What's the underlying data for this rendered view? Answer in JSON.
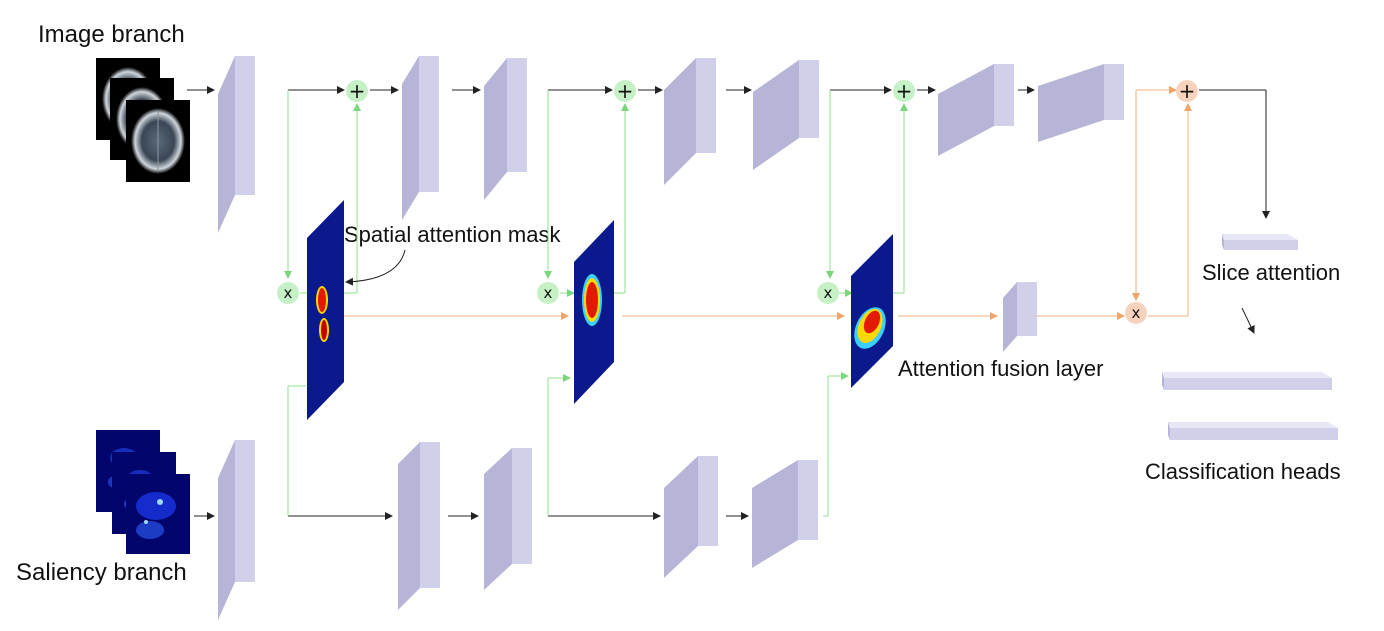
{
  "labels": {
    "image_branch": "Image branch",
    "saliency_branch": "Saliency branch",
    "spatial_attention_mask": "Spatial attention mask",
    "attention_fusion_layer": "Attention fusion layer",
    "slice_attention": "Slice attention",
    "classification_heads": "Classification heads"
  },
  "operators": {
    "add": "+",
    "multiply": "x"
  },
  "colors": {
    "block_front": "#c9c8e6",
    "block_side": "#a9a7d0",
    "block_top": "#bcbbe0",
    "green_line": "#8fe28f",
    "green_node": "#c6f1c6",
    "orange_line": "#f2b27a",
    "orange_node": "#f7d3bd",
    "black_line": "#222222",
    "mask_bg": "#0a1a8c"
  },
  "icons": {
    "ct_slice": "ct-slice-icon",
    "saliency_map": "saliency-map-icon",
    "attention_heatmap": "attention-heatmap-icon"
  }
}
